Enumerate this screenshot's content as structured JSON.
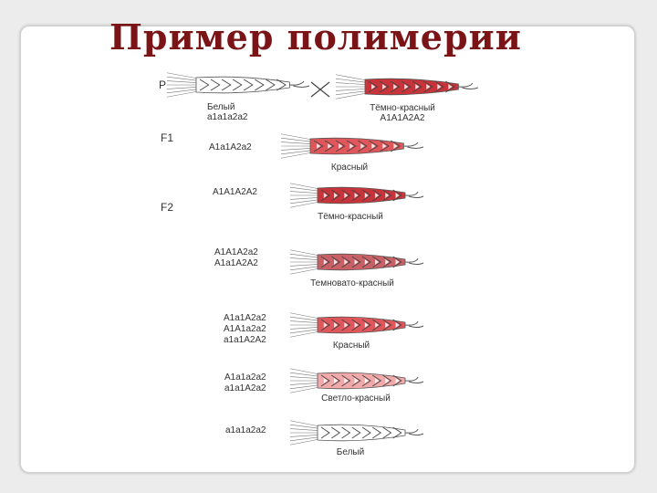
{
  "title": "Пример полимерии",
  "generations": {
    "p": "P",
    "f1": "F1",
    "f2": "F2"
  },
  "parents": {
    "white": {
      "phenotype": "Белый",
      "genotype": "a1a1a2a2",
      "color": "#ffffff"
    },
    "dark_red": {
      "phenotype": "Тёмно-красный",
      "genotype": "A1A1A2A2",
      "color": "#c9343a"
    }
  },
  "f1": {
    "genotype": "A1a1A2a2",
    "phenotype": "Красный",
    "color": "#e0565b"
  },
  "f2": [
    {
      "genotypes": [
        "A1A1A2A2"
      ],
      "phenotype": "Тёмно-красный",
      "color": "#c9343a"
    },
    {
      "genotypes": [
        "A1A1A2a2",
        "A1a1A2A2"
      ],
      "phenotype": "Темновато-красный",
      "color": "#c86066"
    },
    {
      "genotypes": [
        "A1a1A2a2",
        "A1A1a2a2",
        "a1a1A2A2"
      ],
      "phenotype": "Красный",
      "color": "#e0565b"
    },
    {
      "genotypes": [
        "A1a1a2a2",
        "a1a1A2a2"
      ],
      "phenotype": "Светло-красный",
      "color": "#f2a9aa"
    },
    {
      "genotypes": [
        "a1a1a2a2"
      ],
      "phenotype": "Белый",
      "color": "#ffffff"
    }
  ],
  "icons": {
    "cross": "cross-icon",
    "ear": "wheat-ear-icon"
  }
}
